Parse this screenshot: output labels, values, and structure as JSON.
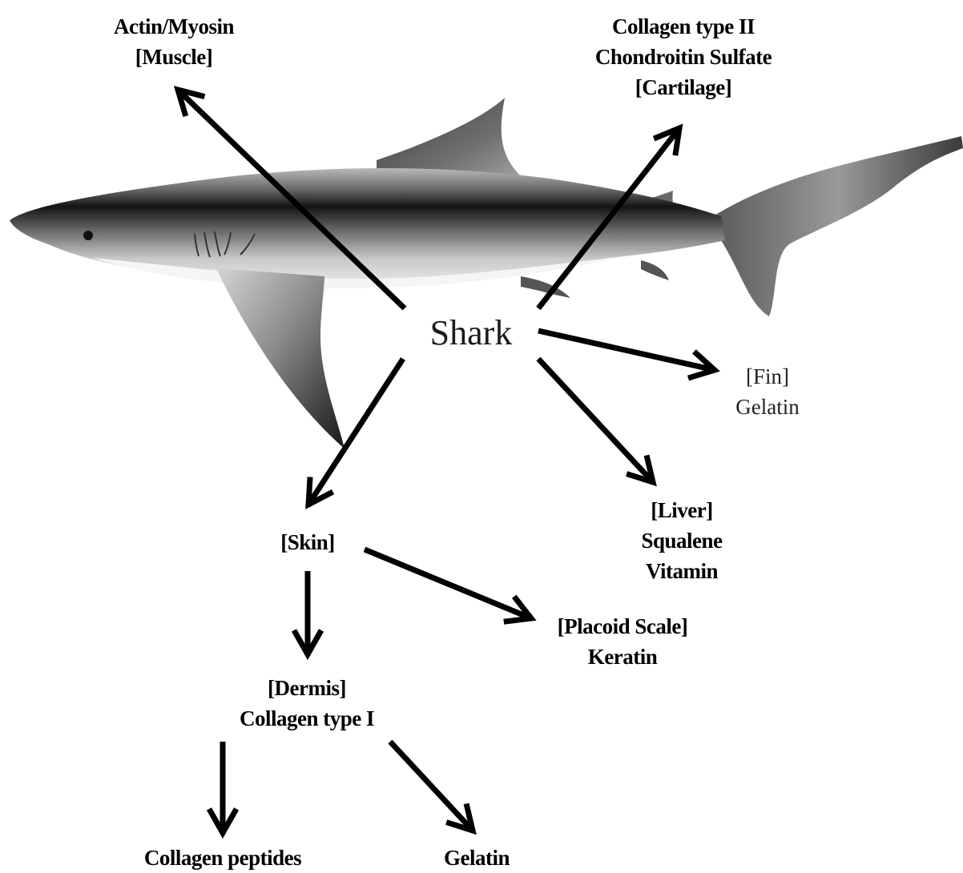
{
  "center": {
    "label": "Shark"
  },
  "nodes": {
    "muscle": {
      "lines": [
        "Actin/Myosin",
        "[Muscle]"
      ]
    },
    "cartilage": {
      "lines": [
        "Collagen type II",
        "Chondroitin Sulfate",
        "[Cartilage]"
      ]
    },
    "fin": {
      "lines": [
        "[Fin]",
        "Gelatin"
      ]
    },
    "liver": {
      "lines": [
        "[Liver]",
        "Squalene",
        "Vitamin"
      ]
    },
    "skin": {
      "lines": [
        "[Skin]"
      ]
    },
    "placoid": {
      "lines": [
        "[Placoid Scale]",
        "Keratin"
      ]
    },
    "dermis": {
      "lines": [
        "[Dermis]",
        "Collagen type I"
      ]
    },
    "collagen_peptides": {
      "lines": [
        "Collagen peptides"
      ]
    },
    "gelatin": {
      "lines": [
        "Gelatin"
      ]
    }
  },
  "edges": [
    {
      "from": "Shark",
      "to": "[Muscle]"
    },
    {
      "from": "Shark",
      "to": "[Cartilage]"
    },
    {
      "from": "Shark",
      "to": "[Fin]"
    },
    {
      "from": "Shark",
      "to": "[Liver]"
    },
    {
      "from": "Shark",
      "to": "[Skin]"
    },
    {
      "from": "[Skin]",
      "to": "[Placoid Scale]"
    },
    {
      "from": "[Skin]",
      "to": "[Dermis]"
    },
    {
      "from": "[Dermis]",
      "to": "Collagen peptides"
    },
    {
      "from": "[Dermis]",
      "to": "Gelatin"
    }
  ],
  "illustration": {
    "subject": "shark",
    "icon": "shark-illustration"
  },
  "colors": {
    "arrow": "#000000",
    "text": "#000000",
    "background": "#ffffff"
  }
}
